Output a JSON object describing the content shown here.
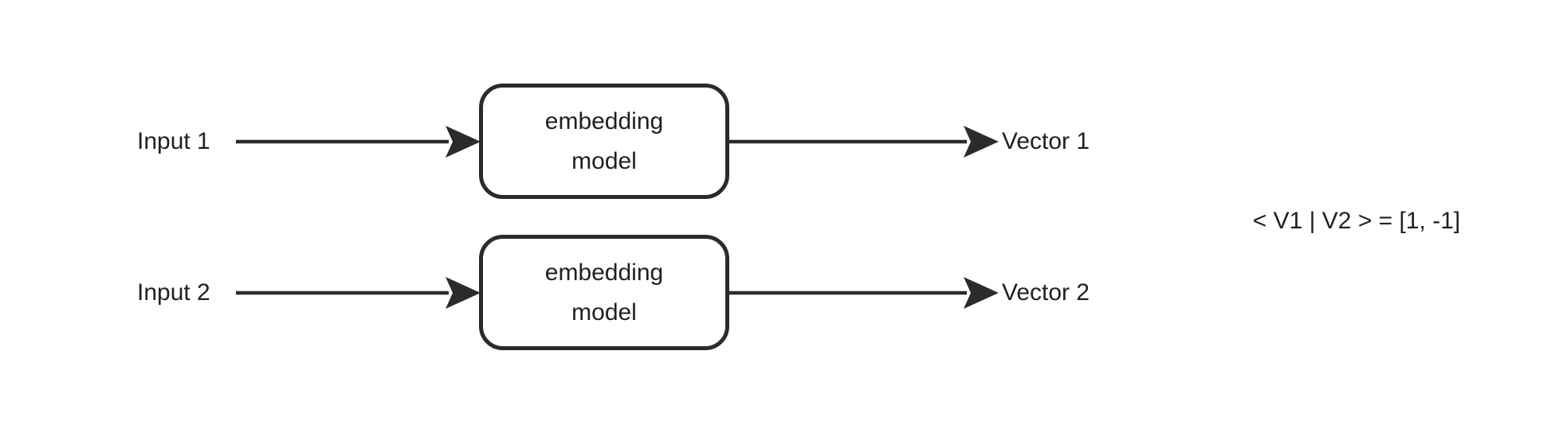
{
  "diagram": {
    "rows": [
      {
        "input_label": "Input 1",
        "node_label": "embedding model",
        "output_label": "Vector 1"
      },
      {
        "input_label": "Input 2",
        "node_label": "embedding model",
        "output_label": "Vector 2"
      }
    ],
    "annotation": "< V1 | V2 > = [1, -1]",
    "colors": {
      "stroke": "#2b2b2b",
      "text": "#212121",
      "node_fill": "#ffffff",
      "background": "#ffffff"
    }
  }
}
